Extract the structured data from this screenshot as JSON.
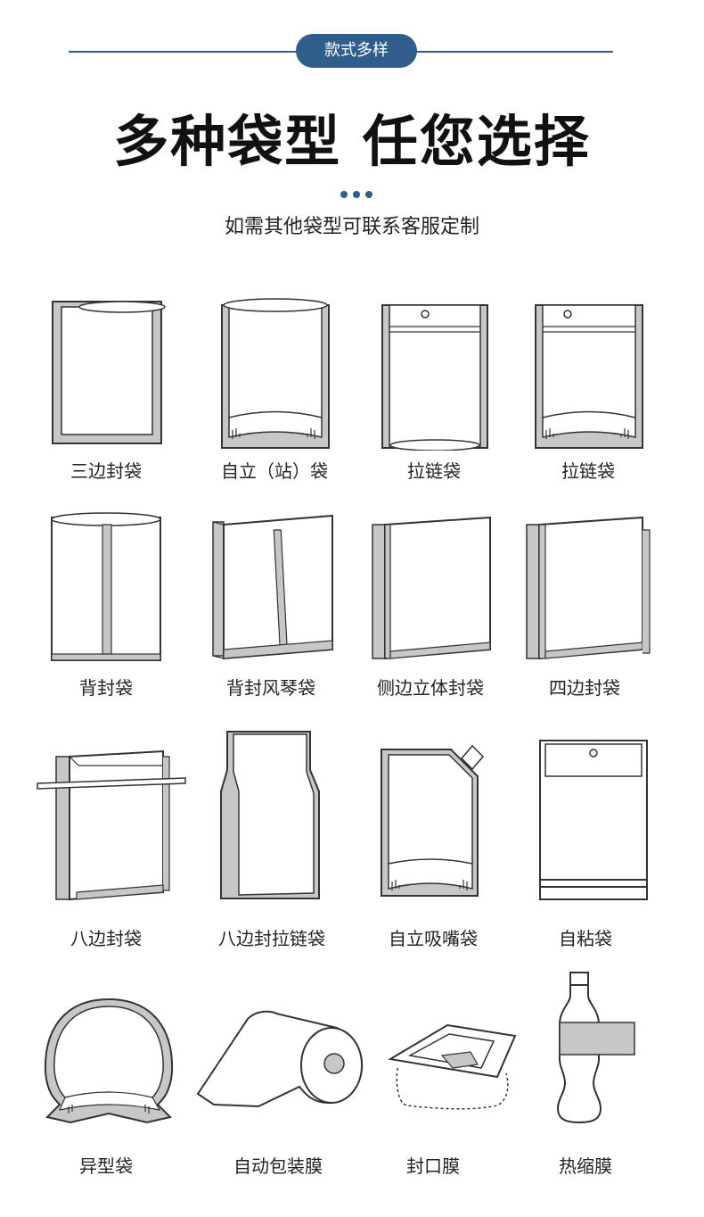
{
  "header": {
    "badge": "款式多样",
    "title": "多种袋型 任您选择",
    "subtitle": "如需其他袋型可联系客服定制"
  },
  "colors": {
    "accent": "#2f5d8c",
    "seal_gray": "#c7c7c7",
    "outline": "#333333"
  },
  "items": [
    {
      "label": "三边封袋",
      "icon": "three-side-seal-bag-icon"
    },
    {
      "label": "自立（站）袋",
      "icon": "stand-up-pouch-icon"
    },
    {
      "label": "拉链袋",
      "icon": "zipper-bag-icon"
    },
    {
      "label": "拉链袋",
      "icon": "stand-up-zipper-bag-icon"
    },
    {
      "label": "背封袋",
      "icon": "back-seal-bag-icon"
    },
    {
      "label": "背封风琴袋",
      "icon": "back-seal-gusset-bag-icon"
    },
    {
      "label": "侧边立体封袋",
      "icon": "side-gusset-bag-icon"
    },
    {
      "label": "四边封袋",
      "icon": "four-side-seal-bag-icon"
    },
    {
      "label": "八边封袋",
      "icon": "eight-side-seal-bag-icon"
    },
    {
      "label": "八边封拉链袋",
      "icon": "eight-side-zipper-bag-icon"
    },
    {
      "label": "自立吸嘴袋",
      "icon": "spout-pouch-icon"
    },
    {
      "label": "自粘袋",
      "icon": "self-adhesive-bag-icon"
    },
    {
      "label": "异型袋",
      "icon": "shaped-bag-icon"
    },
    {
      "label": "自动包装膜",
      "icon": "packaging-film-roll-icon"
    },
    {
      "label": "封口膜",
      "icon": "sealing-film-icon"
    },
    {
      "label": "热缩膜",
      "icon": "shrink-film-icon"
    }
  ]
}
